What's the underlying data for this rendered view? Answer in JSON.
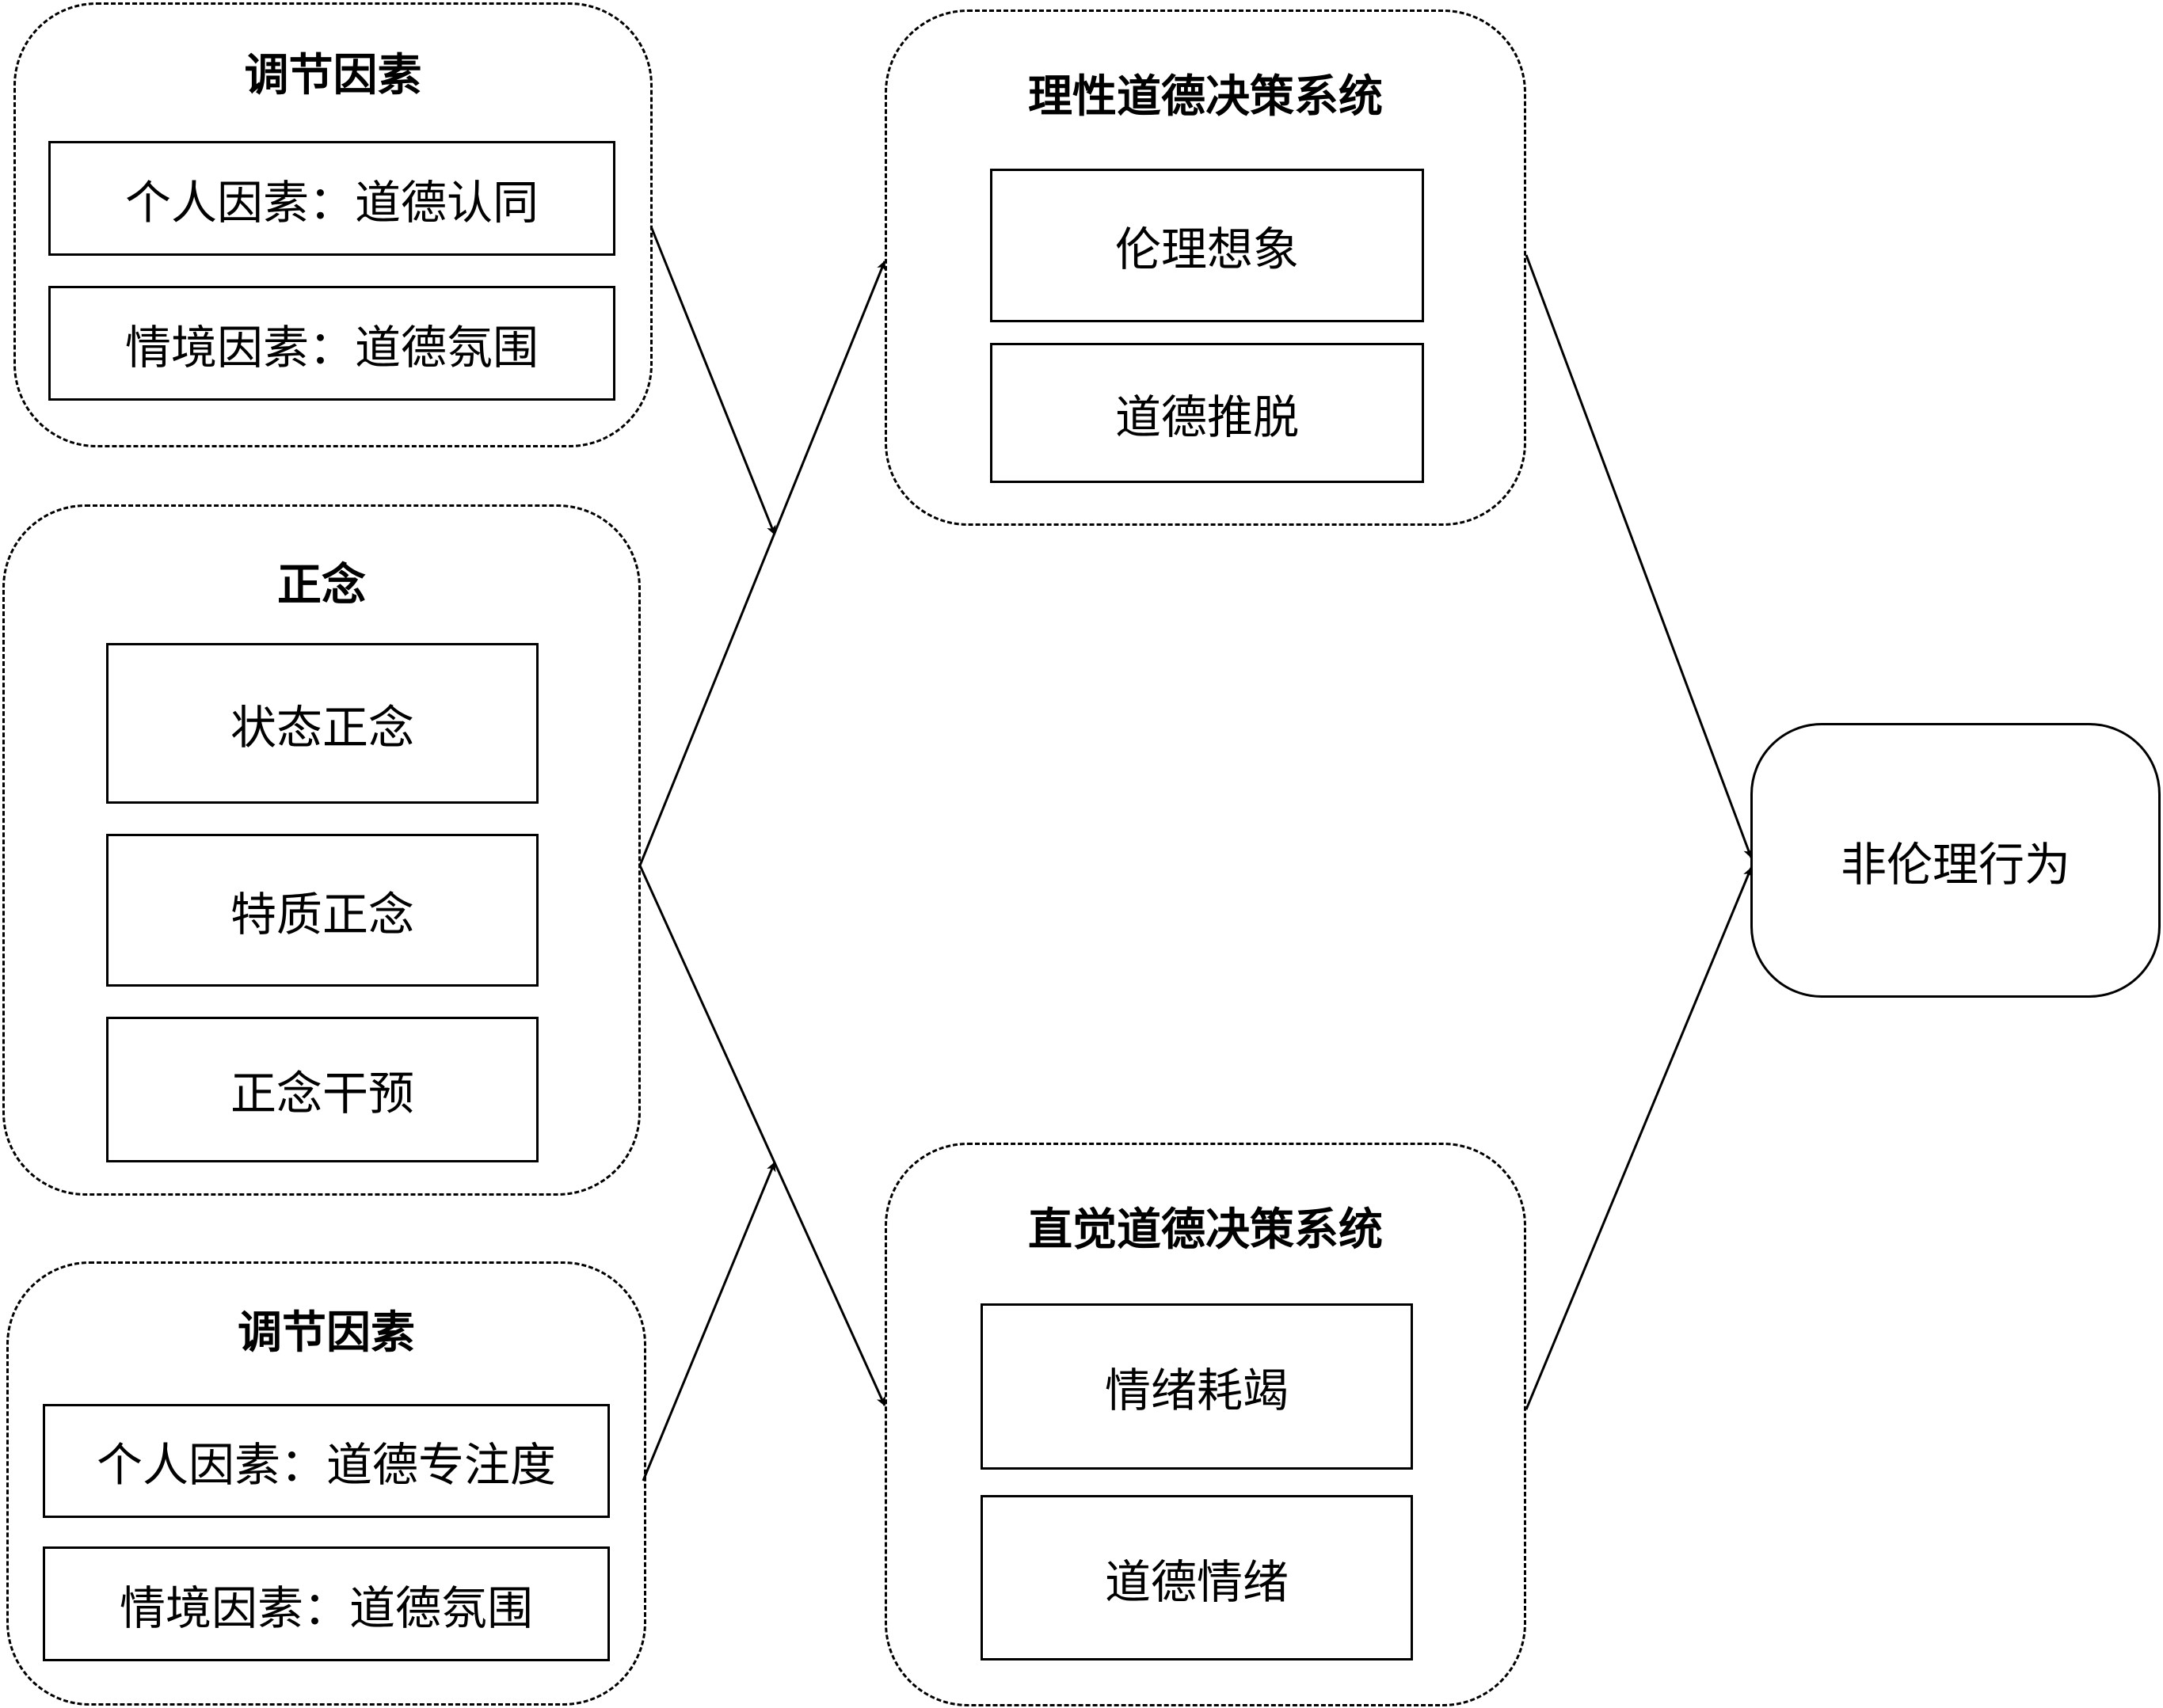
{
  "moderators_top": {
    "title": "调节因素",
    "items": [
      "个人因素：道德认同",
      "情境因素：道德氛围"
    ]
  },
  "mindfulness": {
    "title": "正念",
    "items": [
      "状态正念",
      "特质正念",
      "正念干预"
    ]
  },
  "moderators_bottom": {
    "title": "调节因素",
    "items": [
      "个人因素：道德专注度",
      "情境因素：道德氛围"
    ]
  },
  "rational_system": {
    "title": "理性道德决策系统",
    "items": [
      "伦理想象",
      "道德推脱"
    ]
  },
  "intuitive_system": {
    "title": "直觉道德决策系统",
    "items": [
      "情绪耗竭",
      "道德情绪"
    ]
  },
  "outcome": {
    "label": "非伦理行为"
  }
}
